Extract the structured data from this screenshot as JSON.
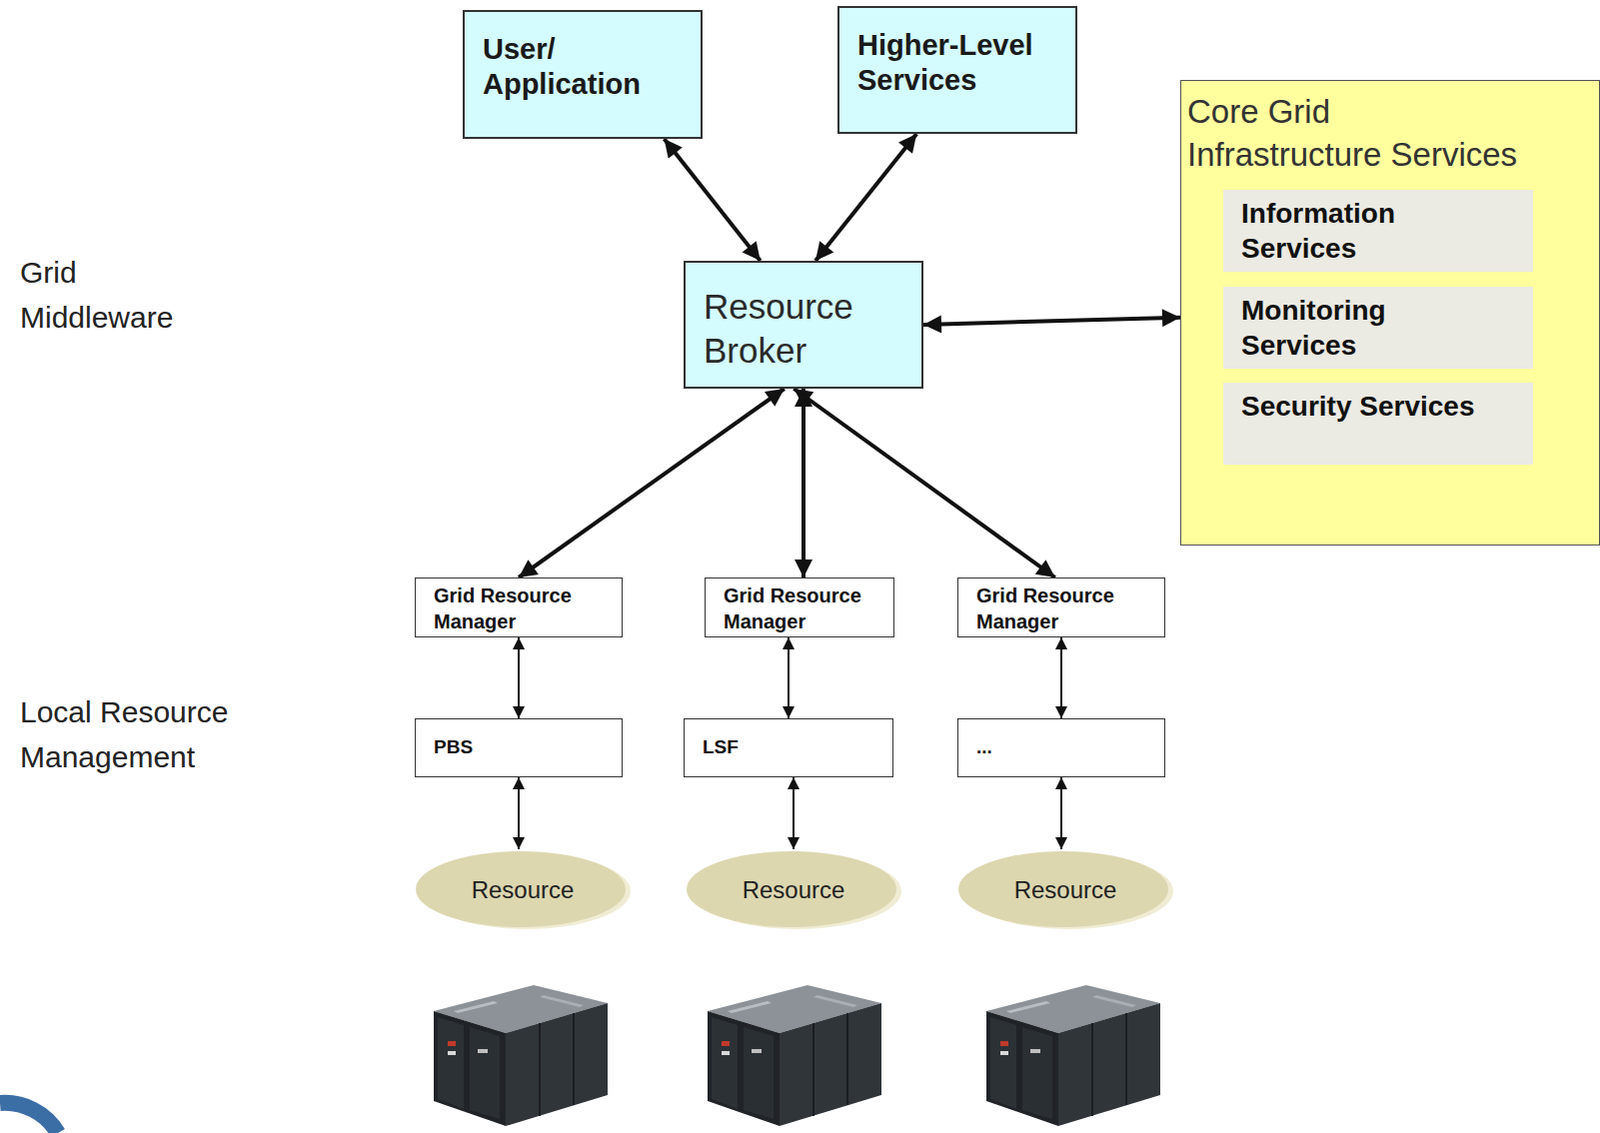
{
  "diagram": {
    "nodes": [
      {
        "text": [
          "User/ Application"
        ]
      },
      {
        "text": [
          "Higher-Level Services"
        ]
      },
      {
        "text": [
          "Resource Broker"
        ]
      },
      {
        "text": [
          "Core Grid Infrastructure Services"
        ]
      },
      {
        "text": [
          "Information Services"
        ],
        "in": 3
      },
      {
        "text": [
          "Monitoring Services"
        ],
        "in": 3
      },
      {
        "text": [
          "Security Services"
        ],
        "in": 3
      },
      {
        "text": [
          "Grid Resource Manager"
        ]
      },
      {
        "text": [
          "Grid Resource Manager"
        ]
      },
      {
        "text": [
          "Grid Resource Manager"
        ]
      },
      {
        "text": [
          "PBS"
        ]
      },
      {
        "text": [
          "LSF"
        ]
      },
      {
        "text": [
          "..."
        ]
      },
      {
        "text": [
          "Resource"
        ]
      },
      {
        "text": [
          "Resource"
        ]
      },
      {
        "text": [
          "Resource"
        ]
      }
    ],
    "edges": [
      {
        "from": 0,
        "to": 2,
        "arrow": "both"
      },
      {
        "from": 1,
        "to": 2,
        "arrow": "both"
      },
      {
        "from": 2,
        "to": 3,
        "arrow": "both"
      },
      {
        "from": 2,
        "to": 7,
        "arrow": "both"
      },
      {
        "from": 2,
        "to": 8,
        "arrow": "both"
      },
      {
        "from": 2,
        "to": 9,
        "arrow": "both"
      },
      {
        "from": 7,
        "to": 10,
        "arrow": "both"
      },
      {
        "from": 8,
        "to": 11,
        "arrow": "both"
      },
      {
        "from": 9,
        "to": 12,
        "arrow": "both"
      },
      {
        "from": 10,
        "to": 13,
        "arrow": "both"
      },
      {
        "from": 11,
        "to": 14,
        "arrow": "both"
      },
      {
        "from": 12,
        "to": 15,
        "arrow": "both"
      }
    ],
    "labels": [
      "Grid Middleware",
      "Local Resource Management"
    ]
  }
}
